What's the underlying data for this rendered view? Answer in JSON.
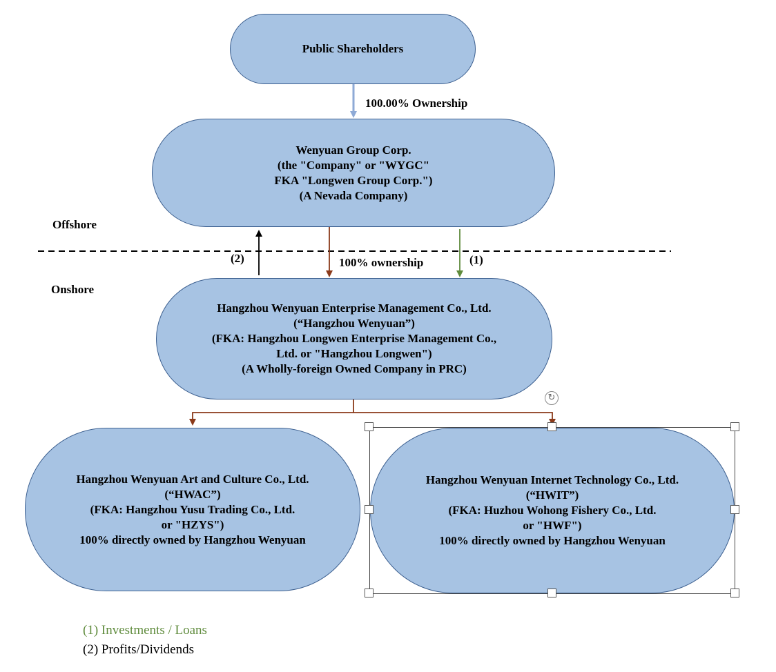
{
  "nodes": {
    "public_shareholders": {
      "lines": [
        "Public Shareholders"
      ]
    },
    "wygc": {
      "lines": [
        "Wenyuan Group Corp.",
        "(the \"Company\" or \"WYGC\"",
        "FKA \"Longwen Group Corp.\")",
        "(A Nevada Company)"
      ]
    },
    "hangzhou_wenyuan": {
      "lines": [
        "Hangzhou Wenyuan Enterprise Management Co., Ltd.",
        "(“Hangzhou Wenyuan”)",
        "(FKA: Hangzhou Longwen Enterprise Management Co.,",
        "Ltd. or \"Hangzhou Longwen\")",
        "(A Wholly-foreign Owned Company in PRC)"
      ]
    },
    "hwac": {
      "lines": [
        "Hangzhou Wenyuan Art and Culture Co., Ltd.",
        "(“HWAC”)",
        "(FKA: Hangzhou Yusu Trading Co., Ltd.",
        "or \"HZYS\")",
        "100% directly owned by Hangzhou Wenyuan"
      ]
    },
    "hwit": {
      "lines": [
        "Hangzhou Wenyuan Internet Technology Co., Ltd.",
        "(“HWIT”)",
        "(FKA: Huzhou Wohong Fishery Co., Ltd.",
        "or \"HWF\")",
        "100% directly owned by Hangzhou Wenyuan"
      ]
    }
  },
  "labels": {
    "ownership_top": "100.00% Ownership",
    "ownership_mid": "100% ownership",
    "offshore": "Offshore",
    "onshore": "Onshore",
    "marker_1": "(1)",
    "marker_2": "(2)"
  },
  "legend": {
    "item1": "(1) Investments / Loans",
    "item2": "(2) Profits/Dividends"
  },
  "colors": {
    "node_fill": "#a7c3e3",
    "node_border": "#3c5f8f",
    "ownership_arrow_top": "#8eaad6",
    "ownership_arrow": "#8b3a1a",
    "investment_arrow": "#5f8b3c",
    "dividend_arrow": "#000000",
    "legend_investments": "#5f8b3c"
  }
}
